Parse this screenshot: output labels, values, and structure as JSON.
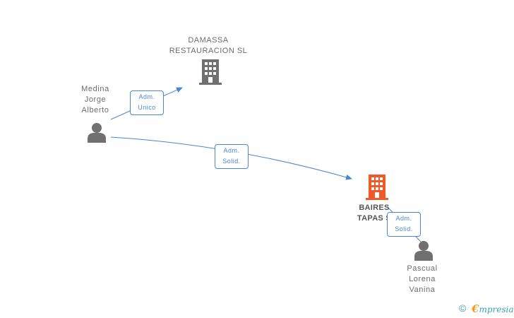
{
  "nodes": {
    "damassa": {
      "lines": [
        "DAMASSA",
        "RESTAURACION SL"
      ]
    },
    "medina": {
      "lines": [
        "Medina",
        "Jorge",
        "Alberto"
      ]
    },
    "baires": {
      "lines": [
        "BAIRES",
        "TAPAS S"
      ]
    },
    "pascual": {
      "lines": [
        "Pascual",
        "Lorena",
        "Vanina"
      ]
    }
  },
  "relations": {
    "medina_damassa": {
      "lines": [
        "Adm.",
        "Unico"
      ]
    },
    "medina_baires": {
      "lines": [
        "Adm.",
        "Solid."
      ]
    },
    "pascual_baires": {
      "lines": [
        "Adm.",
        "Solid."
      ]
    }
  },
  "colors": {
    "edge": "#4a86d4",
    "company": "#707070",
    "company_highlight": "#f05a28",
    "person": "#707070"
  },
  "icons": {
    "company": "building-icon",
    "person": "person-icon"
  },
  "brand": {
    "copyright": "©",
    "initial": "€",
    "name": "mpresia"
  }
}
